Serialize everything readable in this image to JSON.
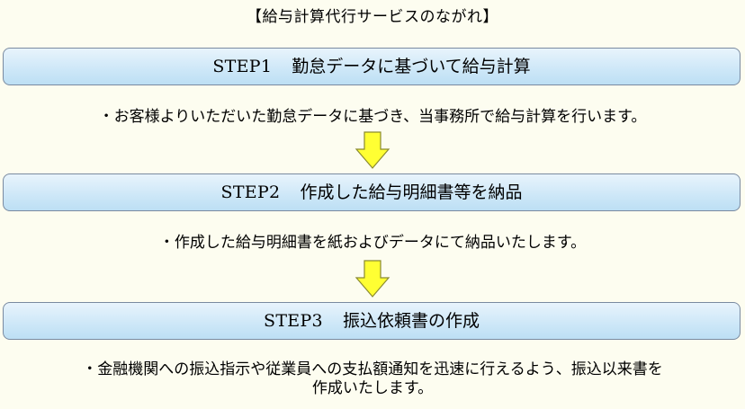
{
  "title": "【給与計算代行サービスのながれ】",
  "steps": [
    {
      "label": "STEP1",
      "title": "勤怠データに基づいて給与計算",
      "description": "・お客様よりいただいた勤怠データに基づき、当事務所で給与計算を行います。"
    },
    {
      "label": "STEP2",
      "title": "作成した給与明細書等を納品",
      "description": "・作成した給与明細書を紙およびデータにて納品いたします。"
    },
    {
      "label": "STEP3",
      "title": "振込依頼書の作成",
      "description": "・金融機関への振込指示や従業員への支払額通知を迅速に行えるよう、振込以来書を",
      "description_line2": "作成いたします。"
    }
  ],
  "colors": {
    "box_top": "#e8f4fc",
    "box_bottom": "#bddff4",
    "box_border": "#7a8aa0",
    "arrow_fill": "#ffff33",
    "arrow_stroke": "#8a8a30",
    "background": "#fdfdf0"
  },
  "icons": {
    "arrow": "down-arrow-icon"
  }
}
